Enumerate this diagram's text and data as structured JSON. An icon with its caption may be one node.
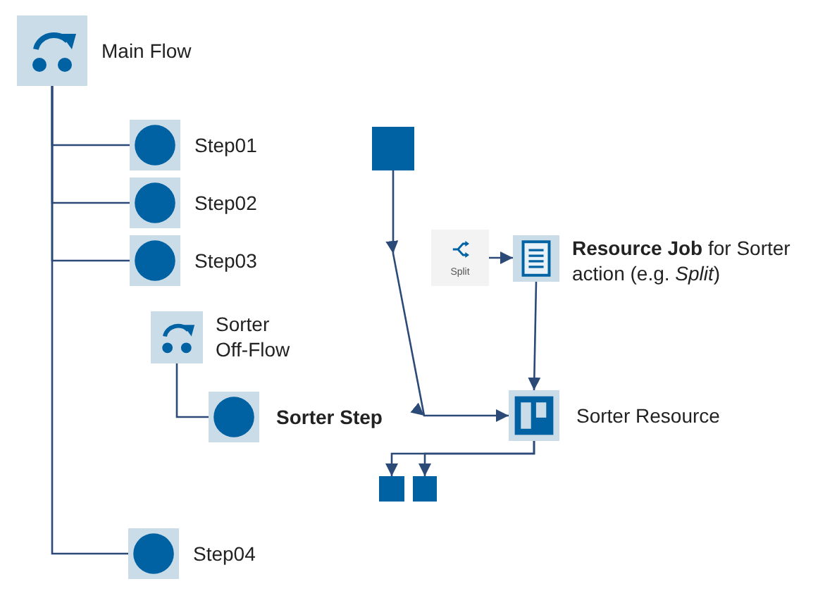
{
  "diagram": {
    "nodes": [
      {
        "text": [
          "Main Flow"
        ]
      },
      {
        "text": [
          "Step01"
        ]
      },
      {
        "text": [
          "Step02"
        ]
      },
      {
        "text": [
          "Step03"
        ]
      },
      {
        "text": [
          "Sorter Off-Flow"
        ]
      },
      {
        "text": [
          "Sorter Step"
        ]
      },
      {
        "text": [
          "Step04"
        ]
      },
      {
        "text": [],
        "shape": "box"
      },
      {
        "text": [
          "Split"
        ]
      },
      {
        "text": [
          "**Resource Job** for Sorter action (e.g. *Split*)"
        ]
      },
      {
        "text": [
          "Sorter Resource"
        ]
      },
      {
        "text": [],
        "shape": "box"
      },
      {
        "text": [],
        "shape": "box"
      }
    ],
    "edges": [
      {
        "from": 0,
        "to": 1,
        "arrow": "none"
      },
      {
        "from": 0,
        "to": 2,
        "arrow": "none"
      },
      {
        "from": 0,
        "to": 3,
        "arrow": "none"
      },
      {
        "from": 0,
        "to": 6,
        "arrow": "none"
      },
      {
        "from": 4,
        "to": 5,
        "arrow": "none"
      },
      {
        "from": 7,
        "to": 10,
        "arrow": "to"
      },
      {
        "from": 8,
        "to": 9,
        "arrow": "to"
      },
      {
        "from": 9,
        "to": 10,
        "arrow": "to"
      },
      {
        "from": 10,
        "to": 11,
        "arrow": "to"
      },
      {
        "from": 10,
        "to": 12,
        "arrow": "to"
      }
    ]
  }
}
